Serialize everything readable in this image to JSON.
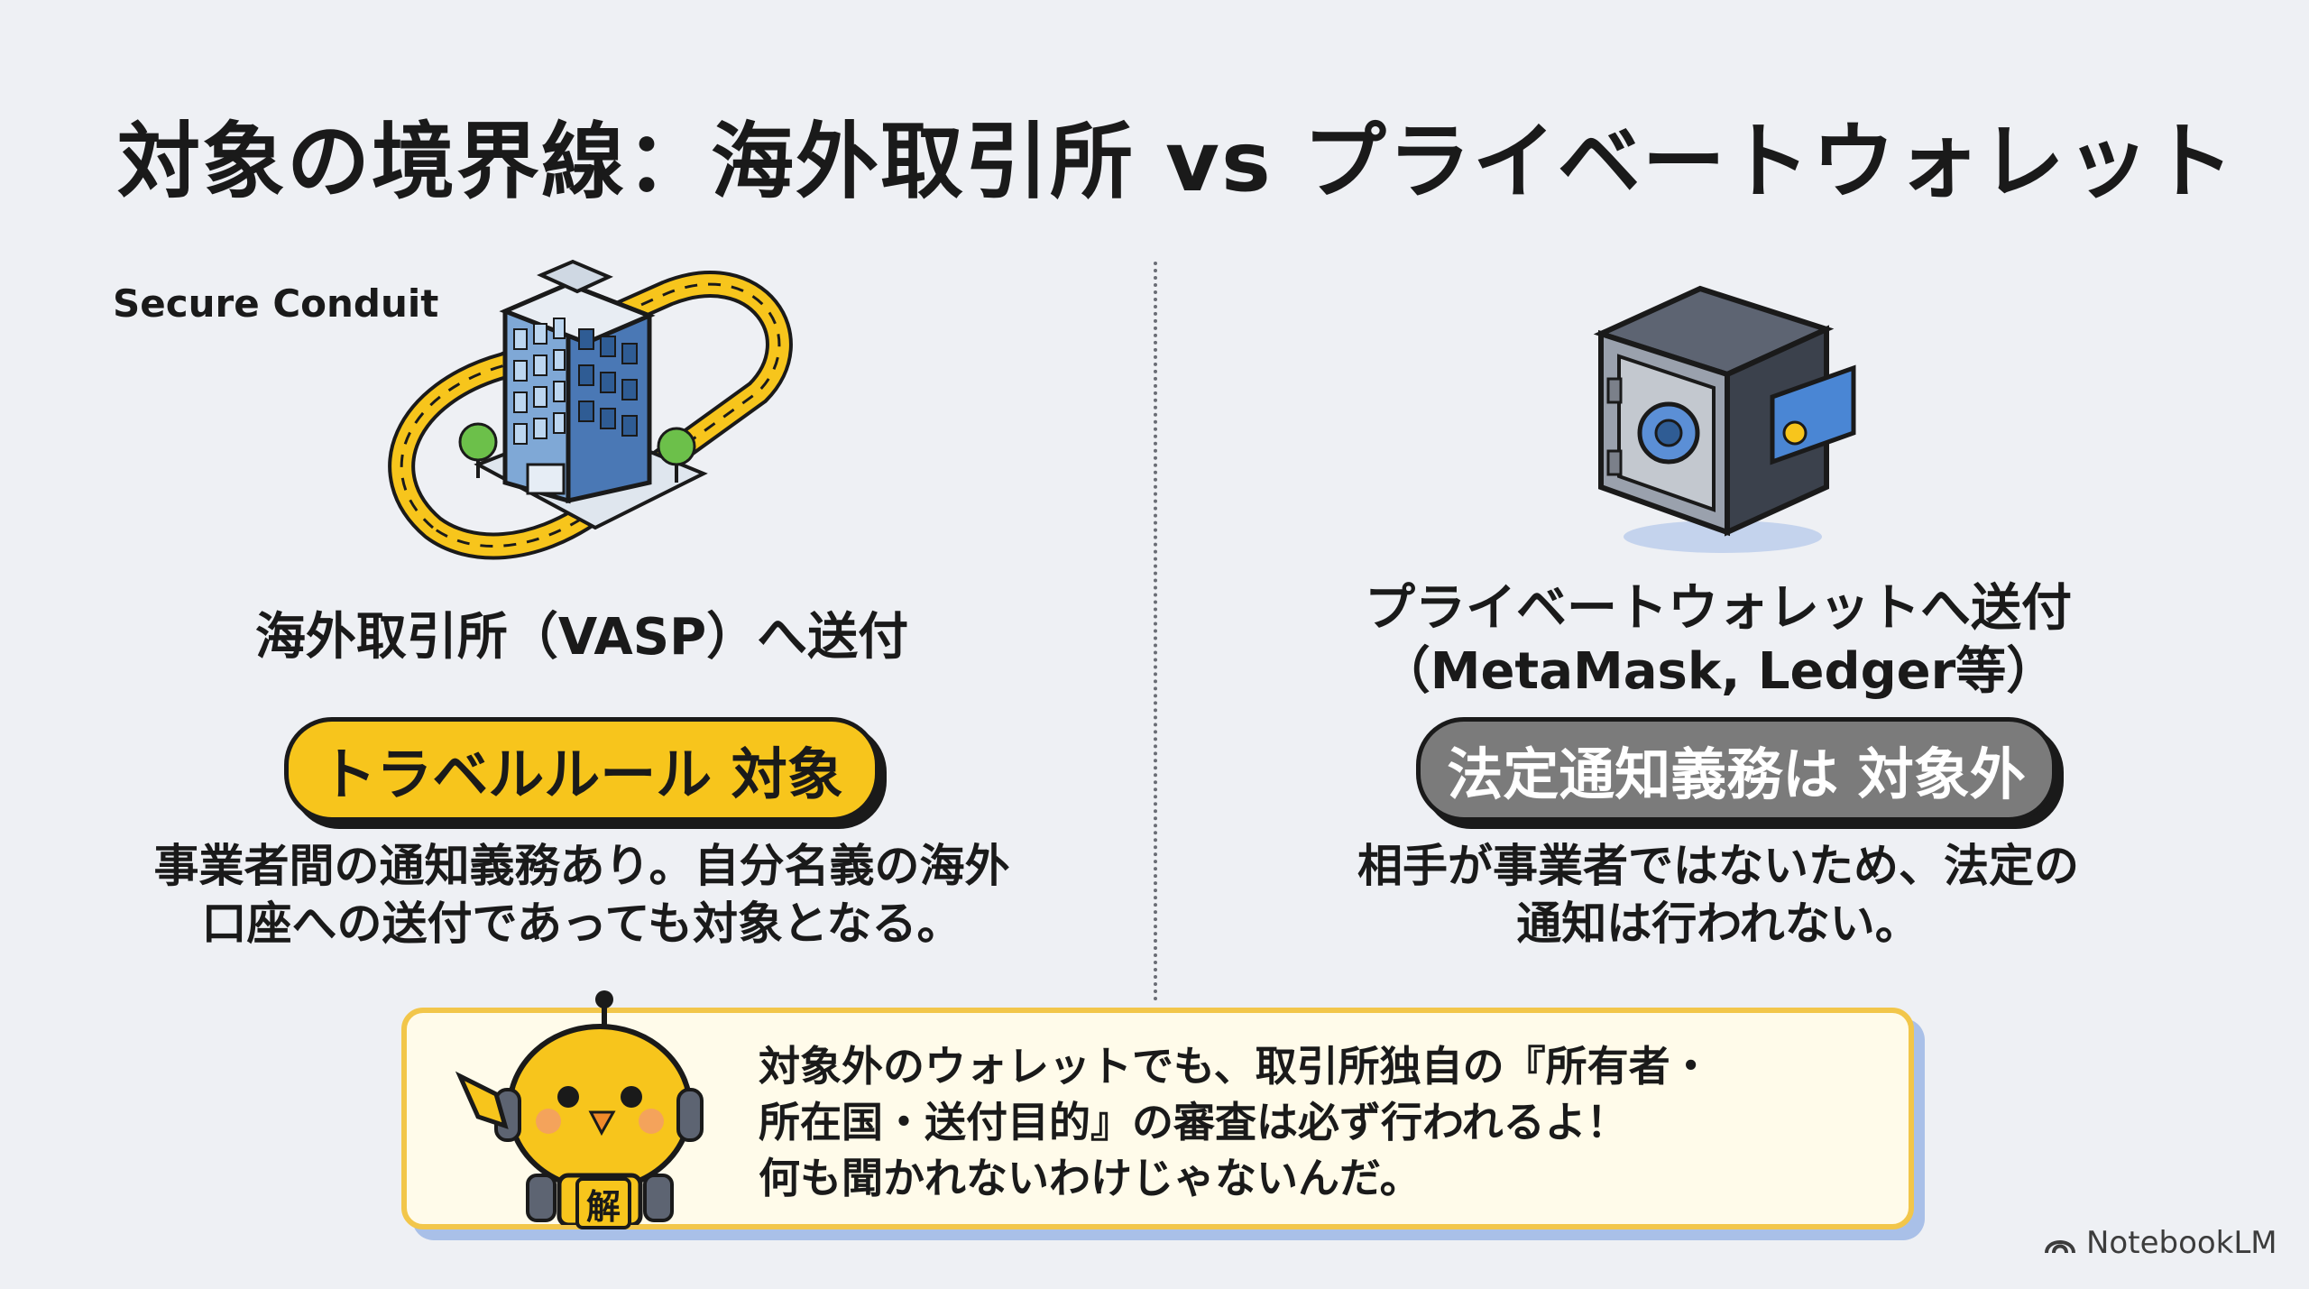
{
  "title": "対象の境界線：海外取引所 vs プライベートウォレット",
  "left": {
    "conduit_label": "Secure Conduit",
    "heading": "海外取引所（VASP）へ送付",
    "badge": "トラベルルール 対象",
    "desc_lines": [
      "事業者間の通知義務あり。自分名義の海外",
      "口座への送付であっても対象となる。"
    ],
    "icon": "office-building-icon"
  },
  "right": {
    "heading_lines": [
      "プライベートウォレットへ送付",
      "（MetaMask, Ledger等）"
    ],
    "badge": "法定通知義務は 対象外",
    "desc_lines": [
      "相手が事業者ではないため、法定の",
      "通知は行われない。"
    ],
    "icon": "safe-wallet-icon"
  },
  "callout": {
    "lines": [
      "対象外のウォレットでも、取引所独自の『所有者・",
      "所在国・送付目的』の審査は必ず行われるよ！",
      "何も聞かれないわけじゃないんだ。"
    ],
    "mascot_badge": "解",
    "mascot": "robot-chick-mascot"
  },
  "brand": {
    "label": "NotebookLM",
    "icon": "notebooklm-logo-icon"
  },
  "colors": {
    "background": "#eef0f4",
    "accent_yellow": "#f7c51c",
    "neutral_gray": "#7b7b7b",
    "callout_border": "#f2c64a",
    "callout_shadow": "#a9c0e8"
  }
}
